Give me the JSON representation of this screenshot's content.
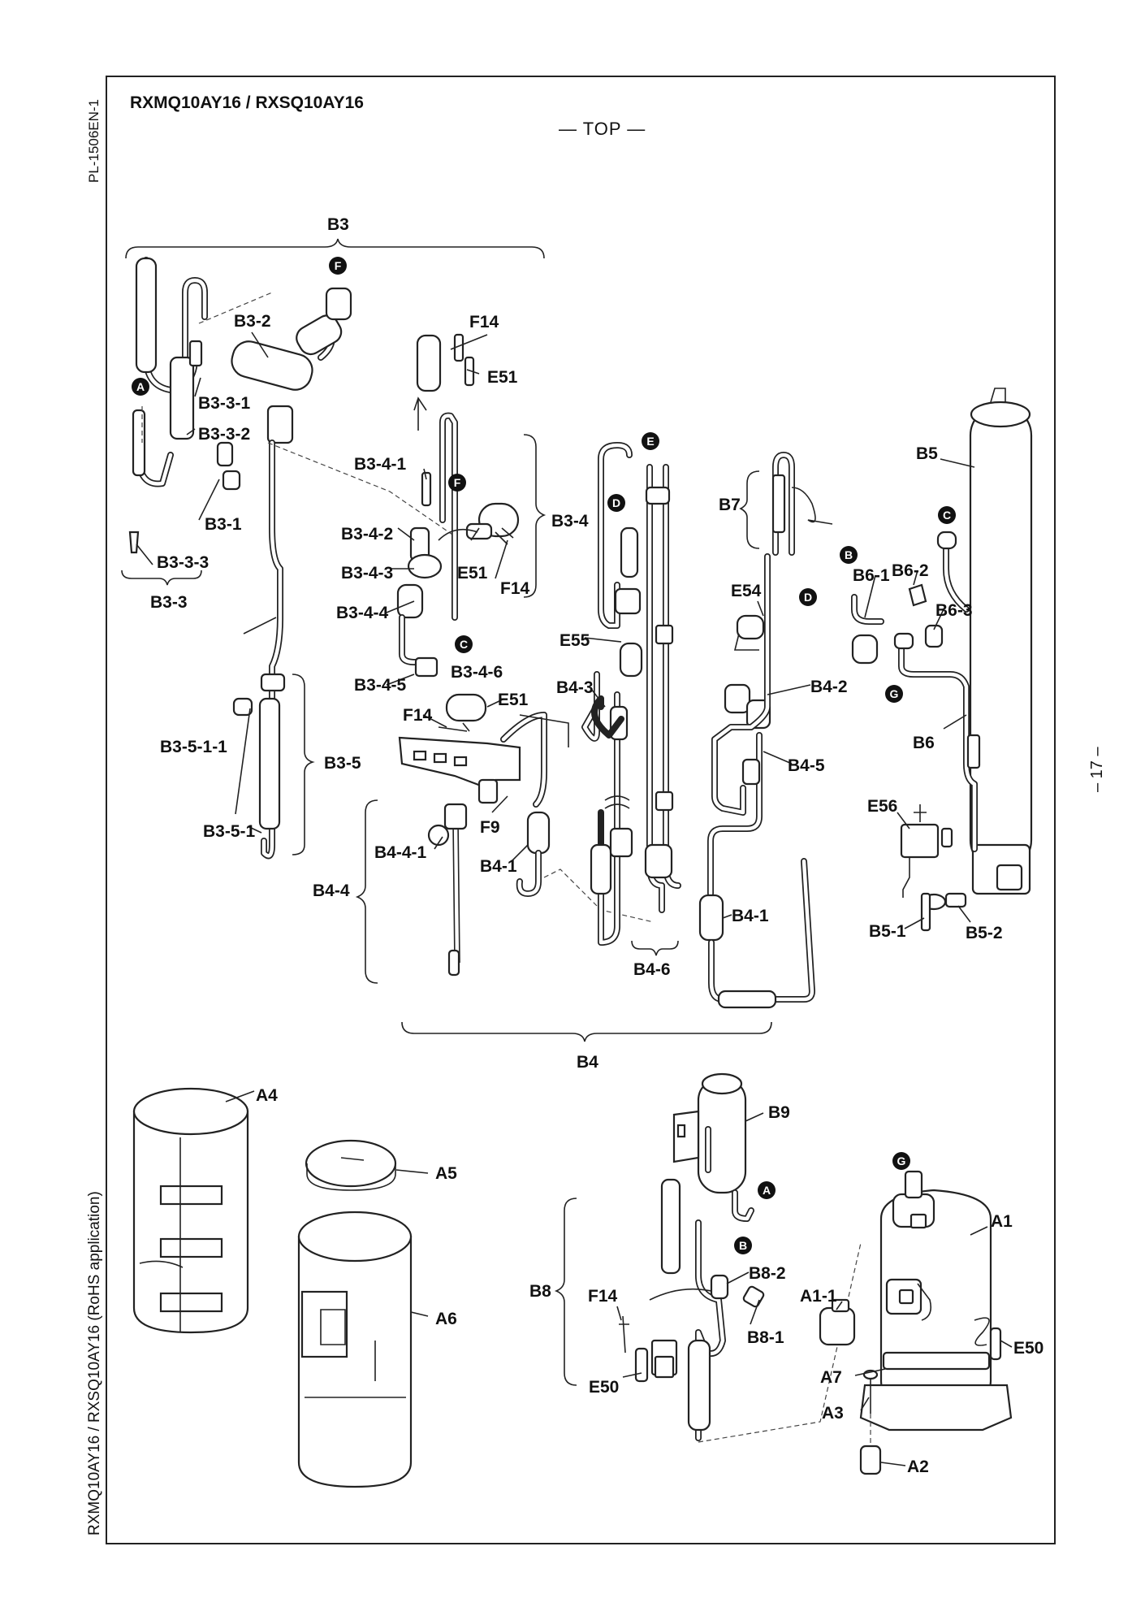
{
  "document_code": "PL-1506EN-1",
  "model_title": "RXMQ10AY16 / RXSQ10AY16",
  "view_label": "— TOP —",
  "side_caption": "RXMQ10AY16 / RXSQ10AY16 (RoHS application)",
  "page_number": "– 17 –",
  "parts": {
    "B3": "B3",
    "B3_1": "B3-1",
    "B3_2": "B3-2",
    "B3_3": "B3-3",
    "B3_3_1": "B3-3-1",
    "B3_3_2": "B3-3-2",
    "B3_3_3": "B3-3-3",
    "B3_4": "B3-4",
    "B3_4_1": "B3-4-1",
    "B3_4_2": "B3-4-2",
    "B3_4_3": "B3-4-3",
    "B3_4_4": "B3-4-4",
    "B3_4_5": "B3-4-5",
    "B3_4_6": "B3-4-6",
    "B3_5": "B3-5",
    "B3_5_1": "B3-5-1",
    "B3_5_1_1": "B3-5-1-1",
    "B4": "B4",
    "B4_1a": "B4-1",
    "B4_1b": "B4-1",
    "B4_2": "B4-2",
    "B4_3": "B4-3",
    "B4_4": "B4-4",
    "B4_4_1": "B4-4-1",
    "B4_5": "B4-5",
    "B4_6": "B4-6",
    "B5": "B5",
    "B5_1": "B5-1",
    "B5_2": "B5-2",
    "B6": "B6",
    "B6_1": "B6-1",
    "B6_2": "B6-2",
    "B6_3": "B6-3",
    "B7": "B7",
    "B8": "B8",
    "B8_1": "B8-1",
    "B8_2": "B8-2",
    "B9": "B9",
    "E50a": "E50",
    "E50b": "E50",
    "E51a": "E51",
    "E51b": "E51",
    "E51c": "E51",
    "E54": "E54",
    "E55": "E55",
    "E56": "E56",
    "F9": "F9",
    "F14a": "F14",
    "F14b": "F14",
    "F14c": "F14",
    "F14d": "F14",
    "A1": "A1",
    "A1_1": "A1-1",
    "A2": "A2",
    "A3": "A3",
    "A4": "A4",
    "A5": "A5",
    "A6": "A6",
    "A7": "A7"
  },
  "markers": {
    "A": "A",
    "B": "B",
    "C": "C",
    "D": "D",
    "E": "E",
    "F": "F",
    "G": "G"
  }
}
